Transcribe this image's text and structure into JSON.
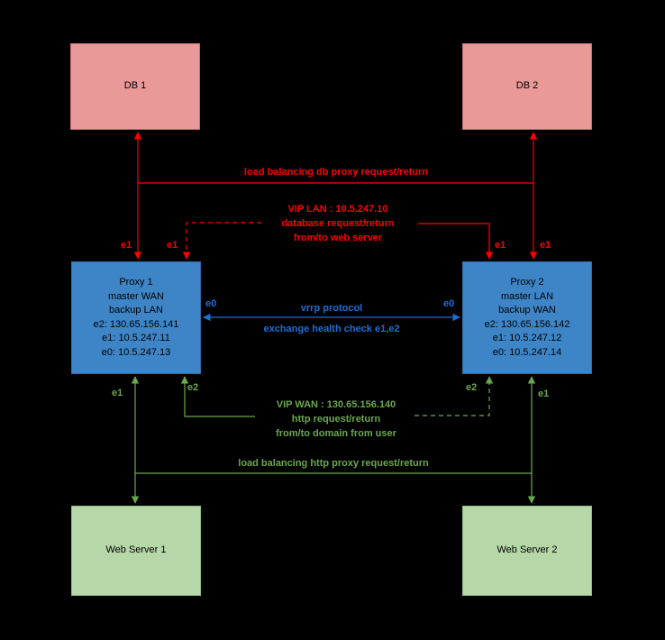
{
  "diagram": {
    "background": "#000000",
    "colors": {
      "red_flow": "#ff0000",
      "blue_flow": "#1c6ed8",
      "green_flow": "#6aa84f",
      "db_fill": "#ea9999",
      "proxy_fill": "#3d85c6",
      "web_fill": "#b6d7a8"
    },
    "nodes": {
      "db1": {
        "label": "DB 1"
      },
      "db2": {
        "label": "DB 2"
      },
      "proxy1": {
        "lines": [
          "Proxy 1",
          "master WAN",
          "backup LAN",
          "e2: 130.65.156.141",
          "e1: 10.5.247.11",
          "e0: 10.5.247.13"
        ]
      },
      "proxy2": {
        "lines": [
          "Proxy 2",
          "master LAN",
          "backup WAN",
          "e2: 130.65.156.142",
          "e1: 10.5.247.12",
          "e0: 10.5.247.14"
        ]
      },
      "web1": {
        "label": "Web Server 1"
      },
      "web2": {
        "label": "Web Server 2"
      }
    },
    "annotations": {
      "db_lb": "load balancing db proxy request/return",
      "vip_lan": [
        "VIP LAN : 10.5.247.10",
        "database request/return",
        "from/to web server"
      ],
      "vrrp": [
        "vrrp protocol",
        "exchange health check e1,e2"
      ],
      "vip_wan": [
        "VIP WAN : 130.65.156.140",
        "http request/return",
        "from/to domain from user"
      ],
      "http_lb": "load balancing http proxy request/return"
    },
    "port_labels": {
      "e0": "e0",
      "e1": "e1",
      "e2": "e2"
    }
  }
}
